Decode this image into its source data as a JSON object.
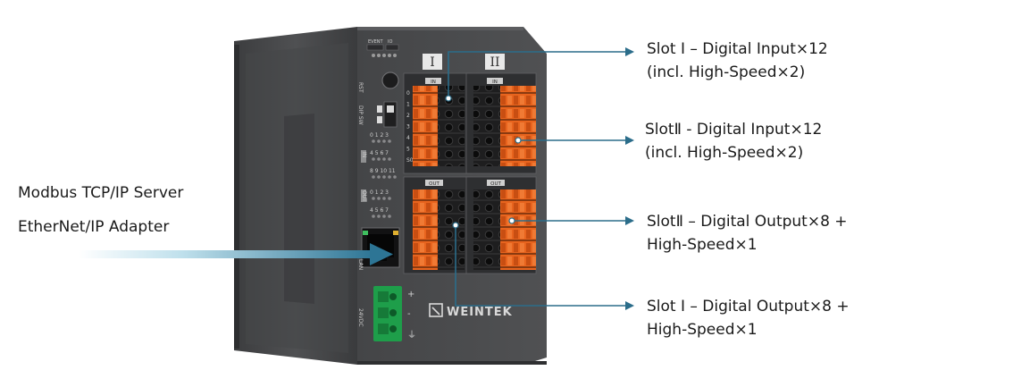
{
  "device": {
    "brand": "WEINTEK",
    "slot_roman_1": "I",
    "slot_roman_2": "II",
    "top_labels": [
      "EVENT",
      "IO"
    ],
    "side_labels": [
      "RST",
      "DIP SW",
      "IN",
      "OUT",
      "LAN",
      "24VDC"
    ],
    "in_tag": "IN",
    "out_tag": "OUT",
    "in_row_labels": [
      "0",
      "1",
      "2",
      "3",
      "4",
      "5",
      "S0"
    ],
    "led_row_1": "0 1 2 3",
    "led_row_2": "4 5 6 7",
    "led_row_3": "8 9 10 11",
    "led_row_4": "0 1 2 3",
    "led_row_5": "4 5 6 7",
    "power_marks": [
      "+",
      "-",
      "⏚"
    ],
    "colors": {
      "body": "#4a4b4d",
      "body_dark": "#2f3032",
      "terminal_orange": "#e8641e",
      "terminal_black": "#1e1e1f",
      "connector_green": "#1e9e4a",
      "arrow_line": "#2b6d8a",
      "arrow_fade": "#a9d3e3"
    }
  },
  "labels_left": {
    "line1": "Modbus TCP/IP Server",
    "line2": "EtherNet/IP Adapter"
  },
  "callouts": [
    {
      "line1": "Slot Ⅰ – Digital Input×12",
      "line2": "(incl. High-Speed×2)"
    },
    {
      "line1": "SlotⅡ - Digital Input×12",
      "line2": "(incl. High-Speed×2)"
    },
    {
      "line1": "SlotⅡ – Digital Output×8 +",
      "line2": "High-Speed×1"
    },
    {
      "line1": "Slot Ⅰ – Digital Output×8 +",
      "line2": "High-Speed×1"
    }
  ]
}
